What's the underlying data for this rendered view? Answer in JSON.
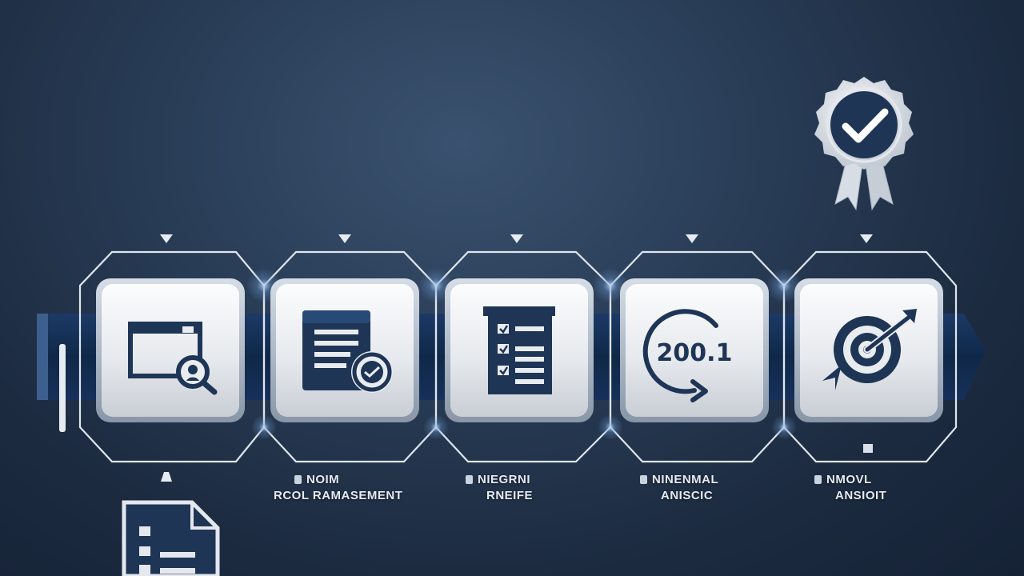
{
  "colors": {
    "background": "#223550",
    "navy": "#1e3556",
    "silver": "#e9ecef",
    "frame_line": "#dfe5ee",
    "glow": "#7aa6d6"
  },
  "badge": {
    "icon": "rosette-checkmark-icon"
  },
  "steps": [
    {
      "icon": "folder-search-icon",
      "label_line1": "",
      "label_line2": ""
    },
    {
      "icon": "document-badge-icon",
      "label_line1": "NOIM",
      "label_line2": "RCOL   RAMASEMENT"
    },
    {
      "icon": "checklist-icon",
      "label_line1": "NIEGRNI",
      "label_line2": "RNEIFE"
    },
    {
      "icon": "cycle-arrow-icon",
      "counter": "200.1",
      "label_line1": "NINENMAL",
      "label_line2": "ANISCIC"
    },
    {
      "icon": "target-arrow-icon",
      "label_line1": "NMOVL",
      "label_line2": "ANSIOIT"
    }
  ],
  "footer_doc": {
    "icon": "checklist-document-icon"
  }
}
